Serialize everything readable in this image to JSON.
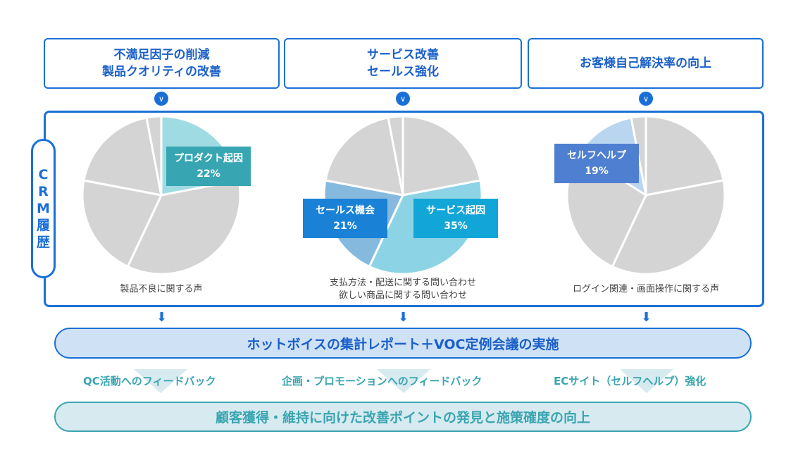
{
  "goals": [
    "不満足因子の削減\n製品クオリティの改善",
    "サービス改善\nセールス強化",
    "お客様自己解決率の向上"
  ],
  "crm_label": [
    "C",
    "R",
    "M",
    "履",
    "歴"
  ],
  "colors": {
    "gray": "#d4d4d4",
    "cyan_light": "#9fdbe3",
    "teal": "#37a6b2",
    "sky": "#8dd3e6",
    "sky_box": "#12a6d8",
    "blue_mid": "#86b9de",
    "blue_box": "#1a82d6",
    "help_light": "#b9d5f0",
    "help_box": "#4f7fd0"
  },
  "pies": [
    {
      "slices": [
        {
          "v": 22,
          "c": "cyan_light"
        },
        {
          "v": 35,
          "c": "gray"
        },
        {
          "v": 21,
          "c": "gray"
        },
        {
          "v": 19,
          "c": "gray"
        },
        {
          "v": 3,
          "c": "gray"
        }
      ],
      "labels": [
        {
          "name": "プロダクト起因",
          "pct": "22%"
        }
      ],
      "caption": "製品不良に関する声"
    },
    {
      "slices": [
        {
          "v": 22,
          "c": "gray"
        },
        {
          "v": 35,
          "c": "sky"
        },
        {
          "v": 21,
          "c": "blue_mid"
        },
        {
          "v": 19,
          "c": "gray"
        },
        {
          "v": 3,
          "c": "gray"
        }
      ],
      "labels": [
        {
          "name": "セールス機会",
          "pct": "21%"
        },
        {
          "name": "サービス起因",
          "pct": "35%"
        }
      ],
      "caption": "支払方法・配送に関する問い合わせ\n欲しい商品に関する問い合わせ"
    },
    {
      "slices": [
        {
          "v": 22,
          "c": "gray"
        },
        {
          "v": 35,
          "c": "gray"
        },
        {
          "v": 27,
          "c": "gray"
        },
        {
          "v": 13,
          "c": "help_light"
        },
        {
          "v": 3,
          "c": "gray"
        }
      ],
      "labels": [
        {
          "name": "セルフヘルプ",
          "pct": "19%"
        }
      ],
      "caption": "ログイン関連・画面操作に関する声"
    }
  ],
  "report_bar": "ホットボイスの集計レポート＋VOC定例会議の実施",
  "feedback": [
    "QC活動へのフィードバック",
    "企画・プロモーションへのフィードバック",
    "ECサイト（セルフヘルプ）強化"
  ],
  "result_bar": "顧客獲得・維持に向けた改善ポイントの発見と施策確度の向上"
}
